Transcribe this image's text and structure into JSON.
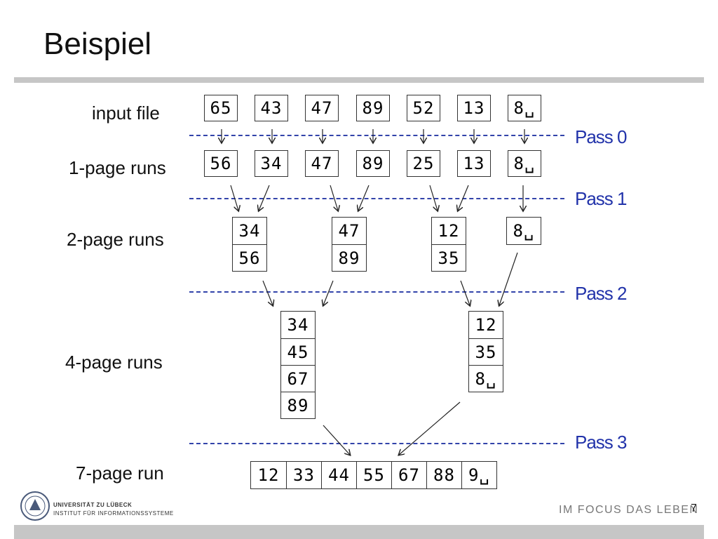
{
  "slide": {
    "title": "Beispiel",
    "page_number": "7"
  },
  "row_labels": {
    "input_file": "input file",
    "one_page_runs": "1-page runs",
    "two_page_runs": "2-page runs",
    "four_page_runs": "4-page runs",
    "seven_page_run": "7-page run"
  },
  "pass_labels": [
    "Pass 0",
    "Pass 1",
    "Pass 2",
    "Pass 3"
  ],
  "input_file_pages": [
    "65",
    "43",
    "47",
    "89",
    "52",
    "13",
    "8␣"
  ],
  "one_page_runs": [
    "56",
    "34",
    "47",
    "89",
    "25",
    "13",
    "8␣"
  ],
  "two_page_runs": [
    [
      "34",
      "56"
    ],
    [
      "47",
      "89"
    ],
    [
      "12",
      "35"
    ],
    [
      "8␣"
    ]
  ],
  "four_page_runs": [
    [
      "34",
      "45",
      "67",
      "89"
    ],
    [
      "12",
      "35",
      "8␣"
    ]
  ],
  "seven_page_run": [
    "12",
    "33",
    "44",
    "55",
    "67",
    "88",
    "9␣"
  ],
  "footer": {
    "university": "UNIVERSITÄT ZU LÜBECK",
    "institute": "INSTITUT FÜR INFORMATIONSSYSTEME",
    "slogan": "IM FOCUS DAS LEBEN"
  },
  "colors": {
    "pass_color": "#2233aa",
    "bar_gray": "#c6c6c6"
  }
}
